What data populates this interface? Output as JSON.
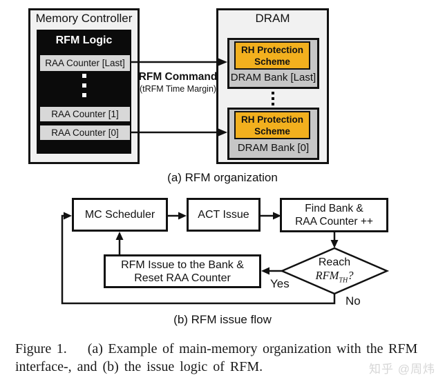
{
  "panel_a": {
    "caption": "(a) RFM organization",
    "memory_controller": {
      "title": "Memory Controller",
      "rfm_logic_title": "RFM Logic",
      "counter_last": "RAA Counter [Last]",
      "counter_1": "RAA Counter [1]",
      "counter_0": "RAA Counter [0]"
    },
    "bus": {
      "label": "RFM Command",
      "sublabel": "(tRFM Time Margin)"
    },
    "dram": {
      "title": "DRAM",
      "banks": [
        {
          "scheme": "RH Protection Scheme",
          "label": "DRAM Bank [Last]"
        },
        {
          "scheme": "RH Protection Scheme",
          "label": "DRAM Bank [0]"
        }
      ]
    }
  },
  "panel_b": {
    "caption": "(b) RFM issue flow",
    "nodes": {
      "mc_scheduler": "MC Scheduler",
      "act_issue": "ACT Issue",
      "find_bank_line1": "Find Bank &",
      "find_bank_line2": "RAA Counter ++",
      "rfm_issue_line1": "RFM Issue to the Bank &",
      "rfm_issue_line2": "Reset RAA Counter",
      "decision_line1": "Reach",
      "decision_math": "RFM",
      "decision_sub": "TH",
      "decision_q": "?"
    },
    "edges": {
      "yes": "Yes",
      "no": "No"
    }
  },
  "figure_caption": {
    "line1": "Figure 1.    (a) Example of main-memory organization with the RFM",
    "line2": "interface-, and (b) the issue logic of RFM."
  },
  "watermark": "知乎 @周炜",
  "colors": {
    "accent_orange": "#f2b01e",
    "panel_gray": "#f1f1f1",
    "bar_gray": "#d8d8d8",
    "bank_gray": "#c6c6c6",
    "ink": "#111111"
  }
}
